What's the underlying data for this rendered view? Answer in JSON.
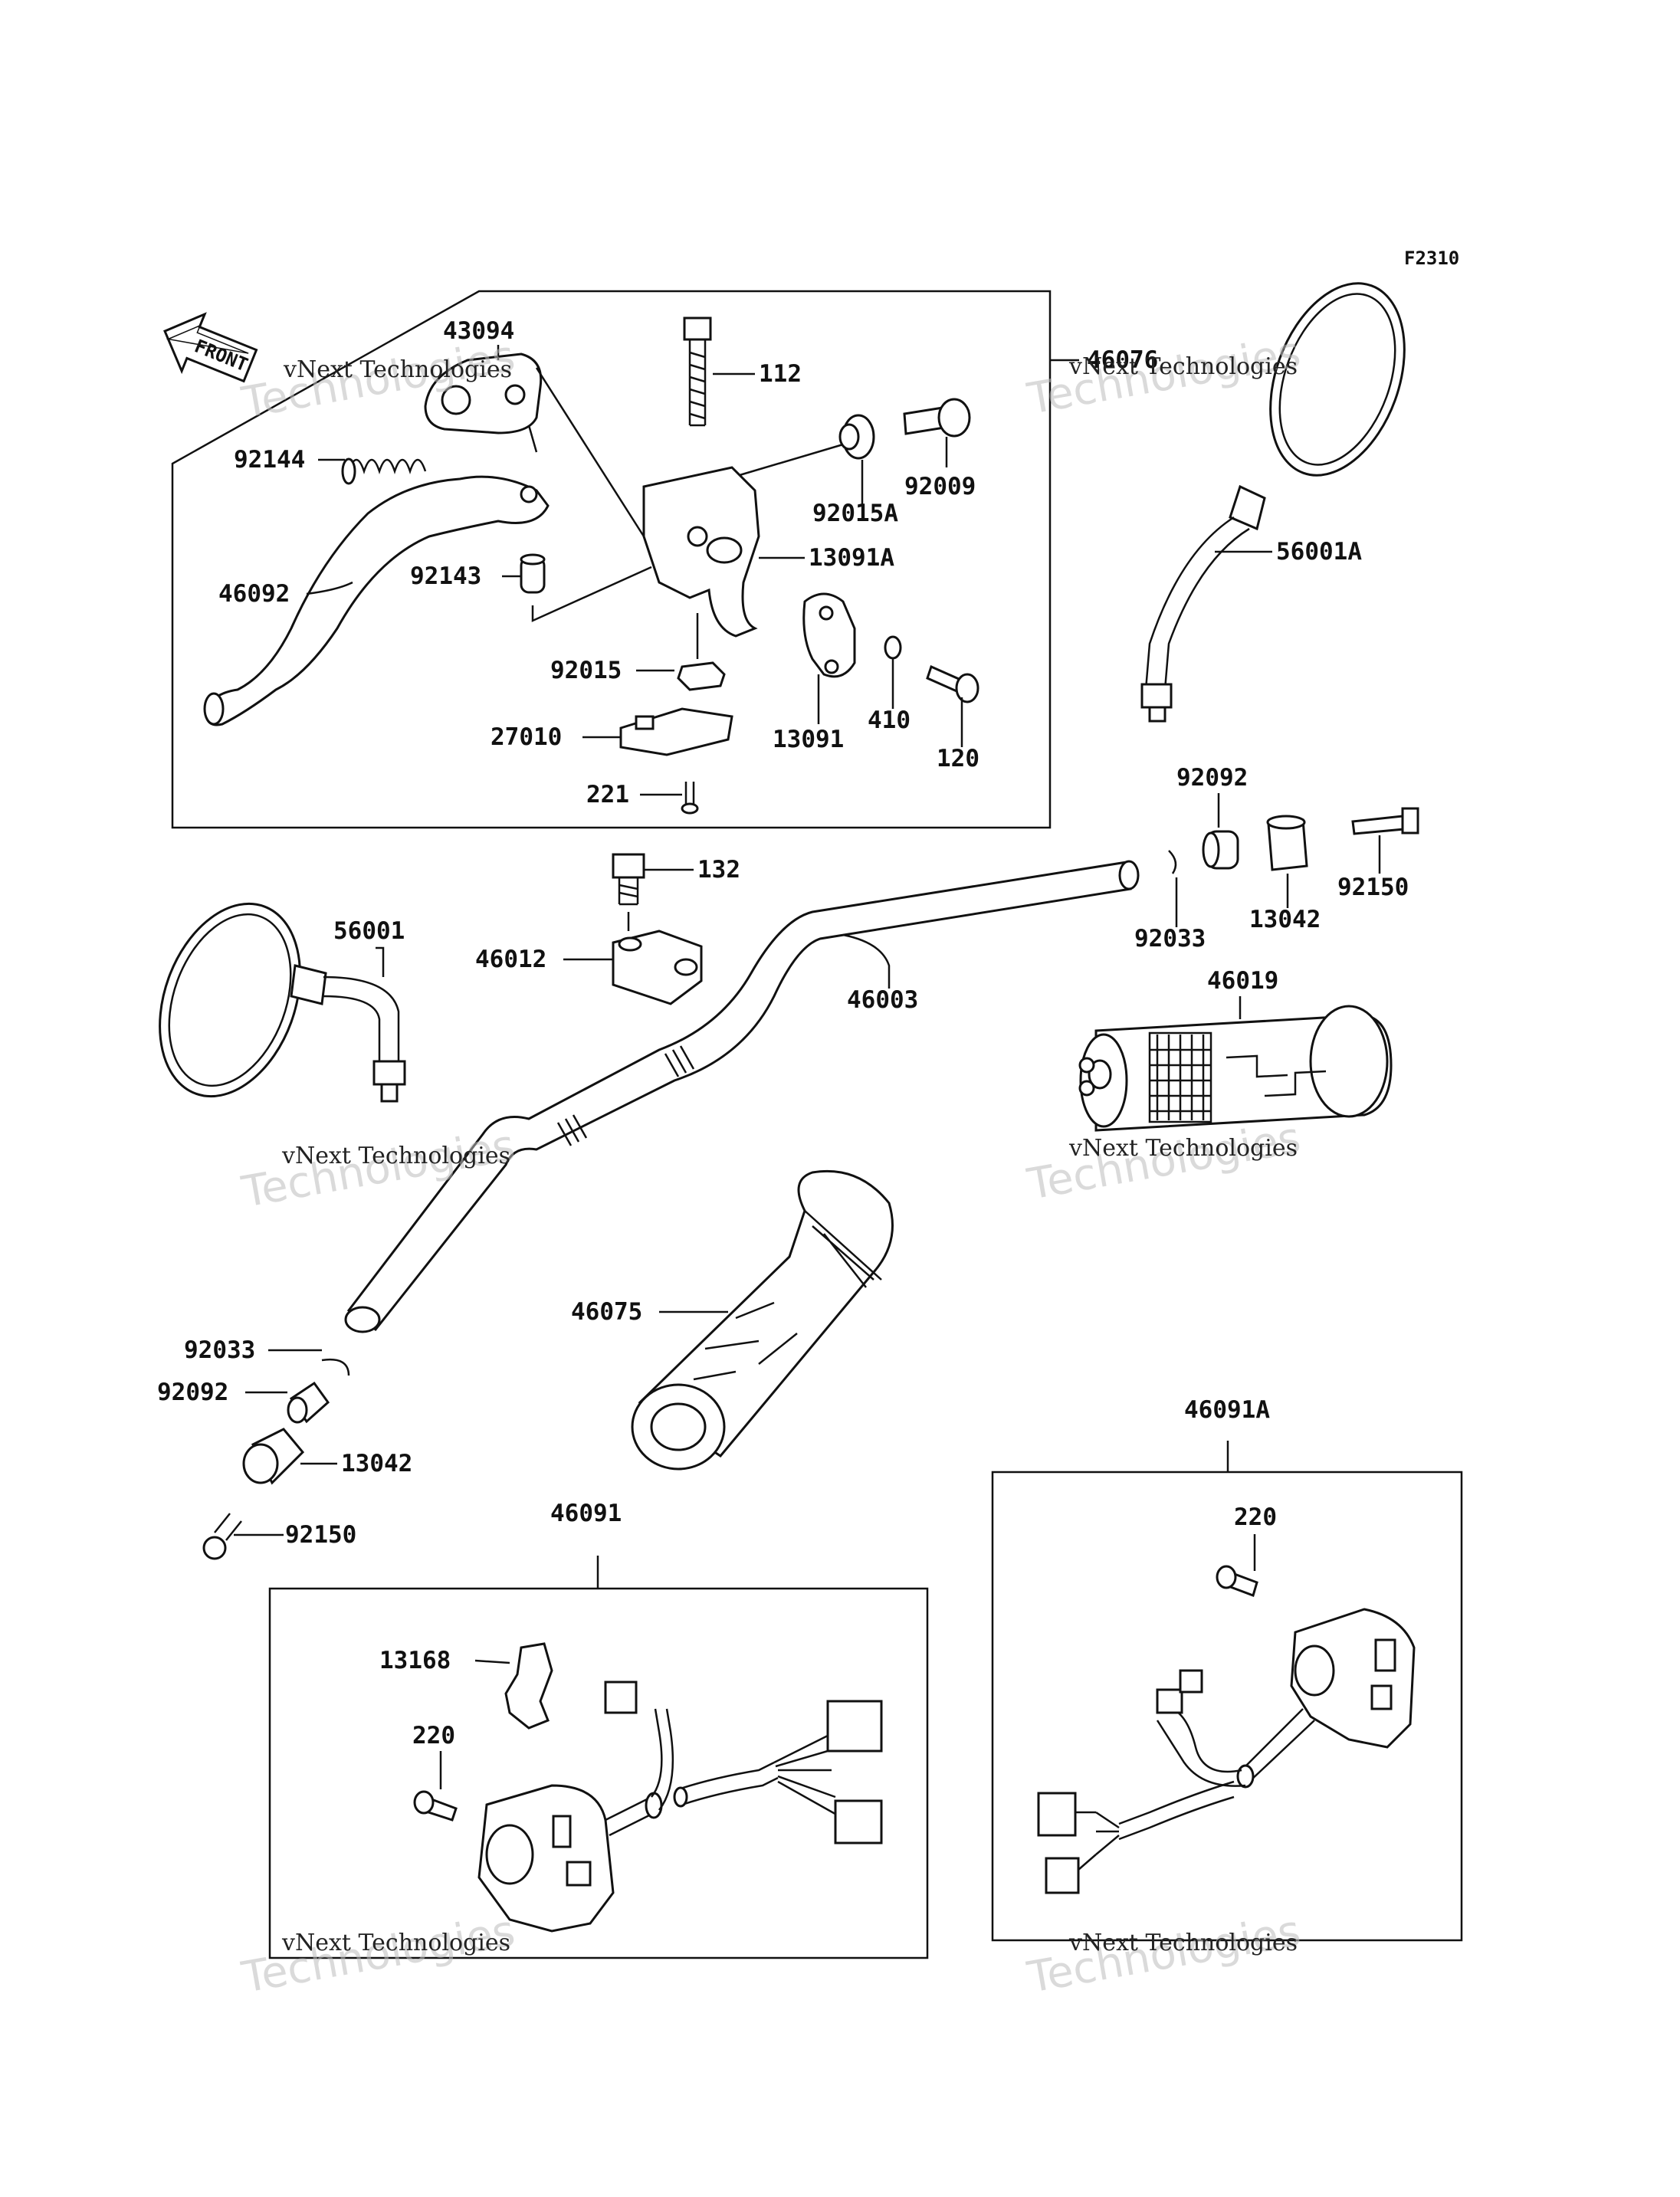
{
  "figure_code": "F2310",
  "front_label": "FRONT",
  "watermark": {
    "line1": "vNext Technologies",
    "line2": "Technologies"
  },
  "labels": {
    "p43094": "43094",
    "p46076": "46076",
    "p112": "112",
    "p92144": "92144",
    "p92015A": "92015A",
    "p92009": "92009",
    "p56001A": "56001A",
    "p46092": "46092",
    "p92143": "92143",
    "p13091A": "13091A",
    "p92015": "92015",
    "p410": "410",
    "p120": "120",
    "p27010": "27010",
    "p13091": "13091",
    "p221": "221",
    "p92092r": "92092",
    "p132": "132",
    "p92150r": "92150",
    "p13042r": "13042",
    "p92033r": "92033",
    "p56001": "56001",
    "p46012": "46012",
    "p46003": "46003",
    "p46019": "46019",
    "p46075": "46075",
    "p92033l": "92033",
    "p92092l": "92092",
    "p13042l": "13042",
    "p92150l": "92150",
    "p46091A": "46091A",
    "p46091": "46091",
    "p220r": "220",
    "p13168": "13168",
    "p220l": "220"
  }
}
